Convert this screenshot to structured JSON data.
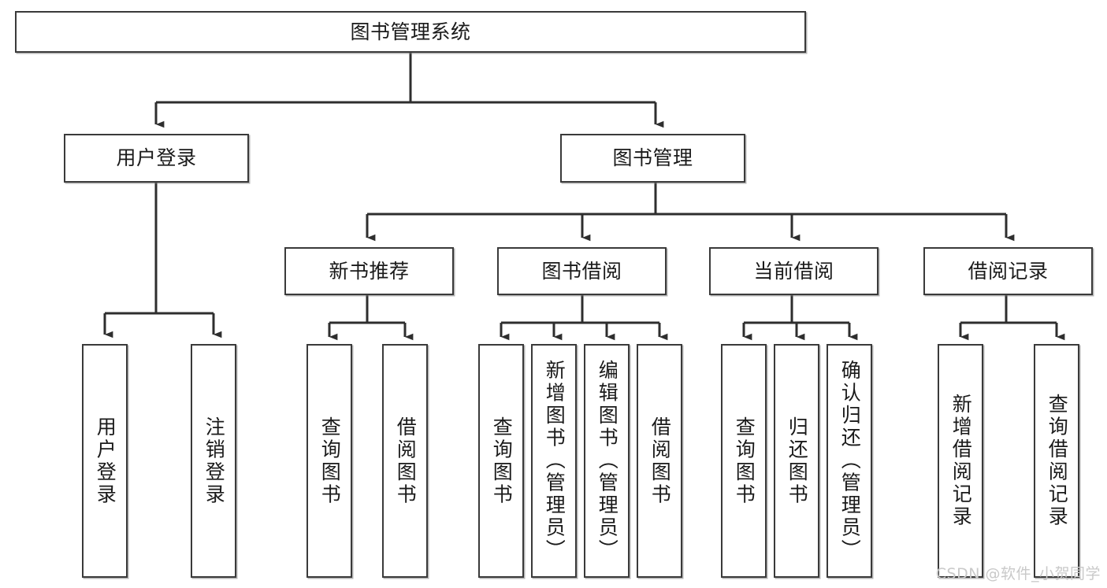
{
  "diagram": {
    "type": "hierarchy-tree",
    "title": "图书管理系统",
    "watermark": "CSDN @软件_小贺同学",
    "colors": {
      "box_border": "#3a3a3a",
      "box_fill": "#ffffff",
      "connector": "#2e2e2e",
      "text": "#1a1a1a",
      "watermark": "#c9c9c9"
    },
    "nodes": {
      "root": {
        "label": "图书管理系统"
      },
      "level2": [
        {
          "label": "用户登录"
        },
        {
          "label": "图书管理"
        }
      ],
      "level3": [
        {
          "label": "新书推荐"
        },
        {
          "label": "图书借阅"
        },
        {
          "label": "当前借阅"
        },
        {
          "label": "借阅记录"
        }
      ],
      "leaves_user_login": [
        {
          "label": "用户登录"
        },
        {
          "label": "注销登录"
        }
      ],
      "leaves_new_book": [
        {
          "label": "查询图书"
        },
        {
          "label": "借阅图书"
        }
      ],
      "leaves_borrow": [
        {
          "label": "查询图书"
        },
        {
          "label": "新增图书（管理员）"
        },
        {
          "label": "编辑图书（管理员）"
        },
        {
          "label": "借阅图书"
        }
      ],
      "leaves_current": [
        {
          "label": "查询图书"
        },
        {
          "label": "归还图书"
        },
        {
          "label": "确认归还（管理员）"
        }
      ],
      "leaves_records": [
        {
          "label": "新增借阅记录"
        },
        {
          "label": "查询借阅记录"
        }
      ]
    }
  }
}
